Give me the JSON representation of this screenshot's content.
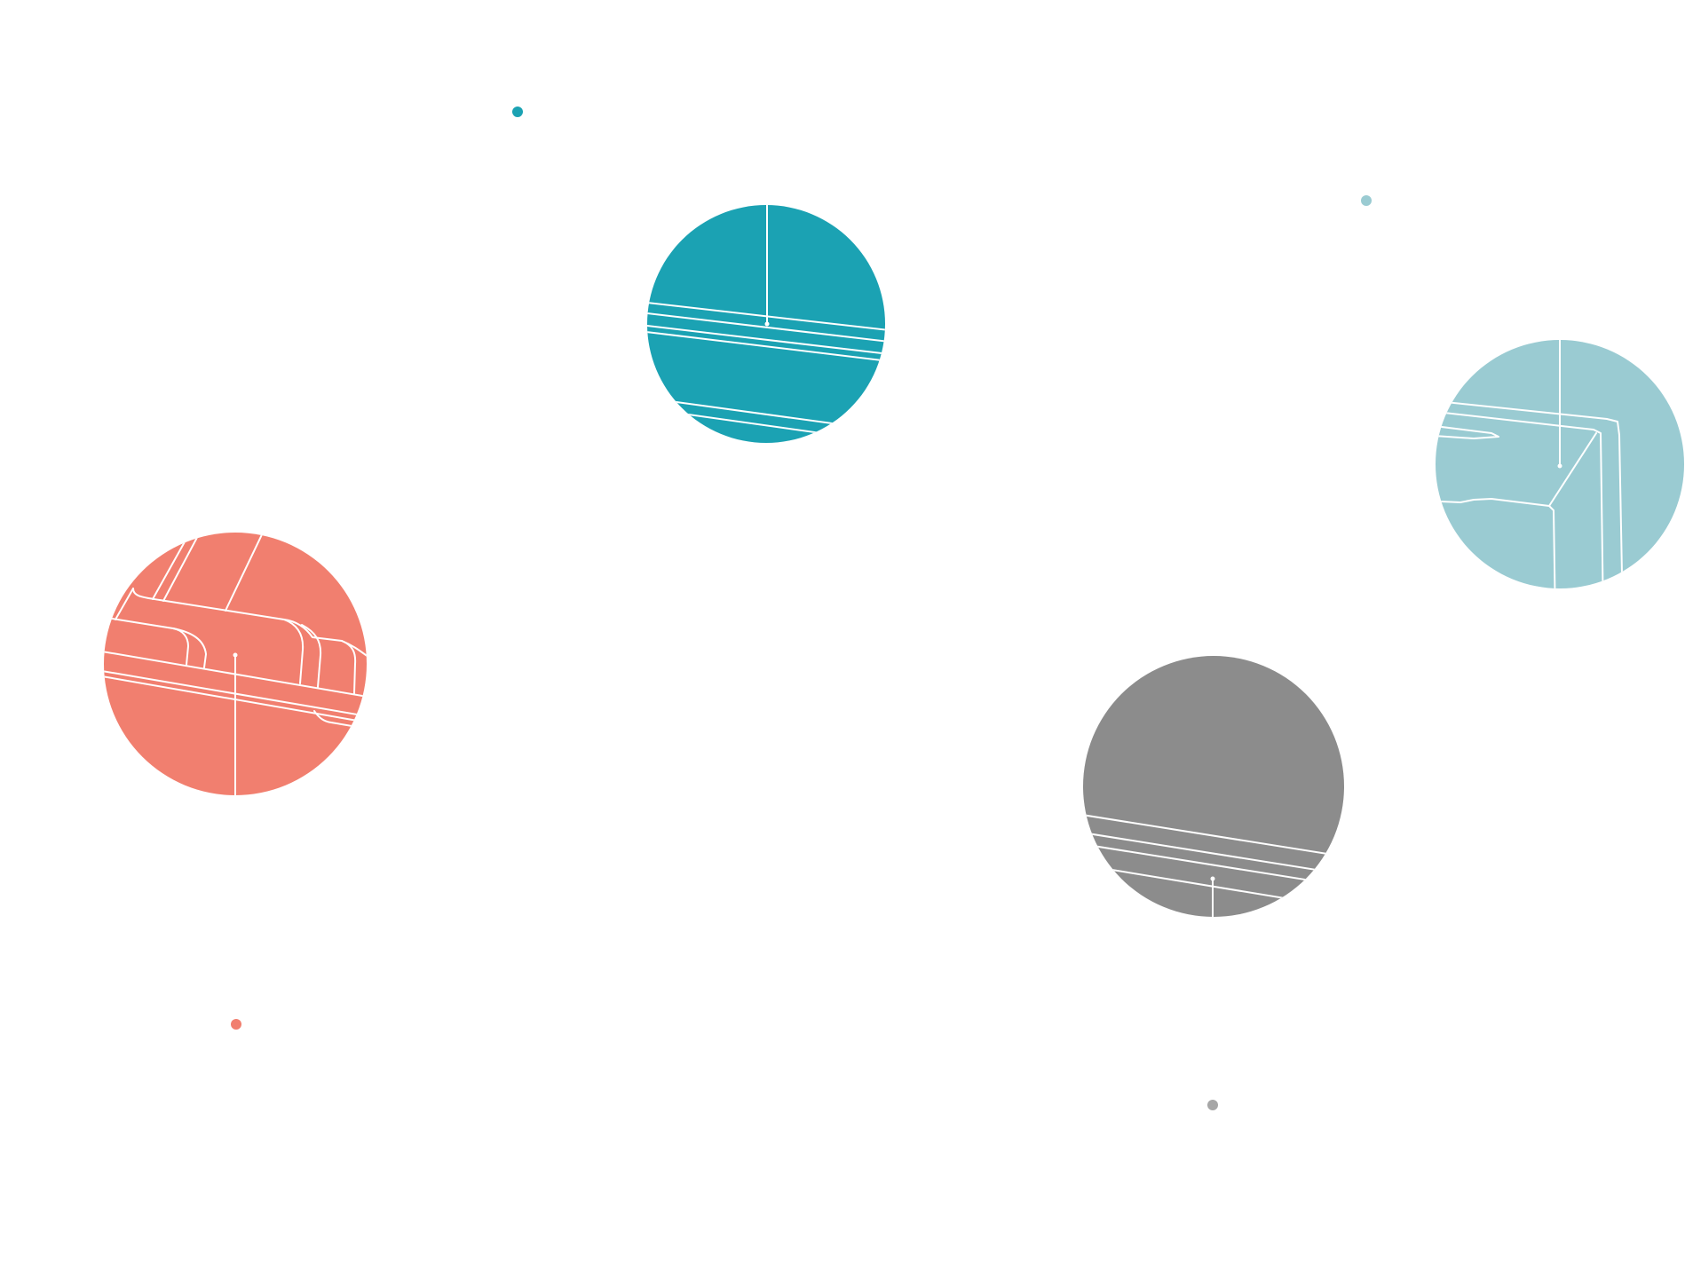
{
  "colors": {
    "background": "#ffffff",
    "teal": "#1ba2b3",
    "light_blue": "#9acbd2",
    "coral": "#f17f6f",
    "gray": "#8c8c8c",
    "gray_dot": "#a6a6a6",
    "line": "#ffffff"
  },
  "callouts": [
    {
      "name": "teal-callout",
      "color_key": "teal",
      "content": "pipe-section-detail"
    },
    {
      "name": "light-blue-callout",
      "color_key": "light_blue",
      "content": "frame-corner-detail"
    },
    {
      "name": "coral-callout",
      "color_key": "coral",
      "content": "sofa-cushion-detail"
    },
    {
      "name": "gray-callout",
      "color_key": "gray",
      "content": "base-edge-detail"
    }
  ]
}
